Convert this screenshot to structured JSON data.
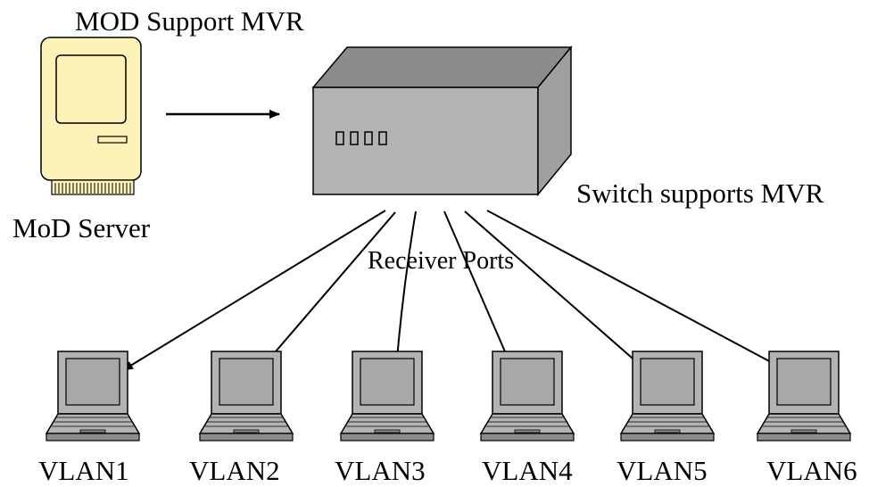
{
  "labels": {
    "mod_support": "MOD Support MVR",
    "mod_server": "MoD Server",
    "switch_supports": "Switch supports MVR",
    "receiver_ports": "Receiver Ports"
  },
  "clients": [
    {
      "label": "VLAN1"
    },
    {
      "label": "VLAN2"
    },
    {
      "label": "VLAN3"
    },
    {
      "label": "VLAN4"
    },
    {
      "label": "VLAN5"
    },
    {
      "label": "VLAN6"
    }
  ],
  "colors": {
    "server_body": "#fdf3b8",
    "device_gray": "#b3b3b3",
    "device_dark": "#8c8c8c",
    "screen": "#a8a8a8",
    "stroke": "#000000"
  },
  "icons": {
    "server": "mac-server-icon",
    "switch": "network-switch-icon",
    "client": "laptop-icon"
  }
}
